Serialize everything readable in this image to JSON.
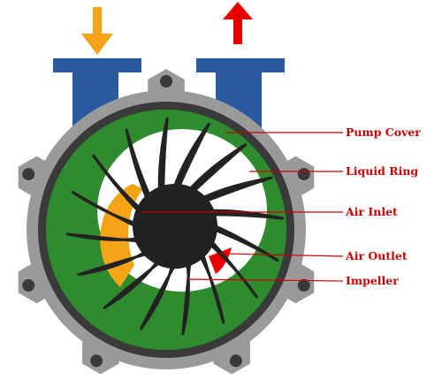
{
  "labels": {
    "pump_cover": "Pump Cover",
    "liquid_ring": "Liquid Ring",
    "air_inlet": "Air Inlet",
    "air_outlet": "Air Outlet",
    "impeller": "Impeller"
  },
  "colors": {
    "label_text": "#cc0000",
    "leader_line": "#cc0000",
    "casing": "#9a9a9a",
    "casing_dark": "#3a3a3a",
    "liquid_ring": "#2e8b2e",
    "impeller": "#222222",
    "air_inlet_zone": "#f5a418",
    "air_outlet_zone": "#e60000",
    "pipe": "#2a5aa0",
    "inlet_arrow": "#f5a418",
    "outlet_arrow": "#e60000"
  },
  "impeller": {
    "blade_count": 16
  },
  "icons": [
    "inlet-arrow-down-icon",
    "outlet-arrow-up-icon",
    "bolt-icon"
  ]
}
